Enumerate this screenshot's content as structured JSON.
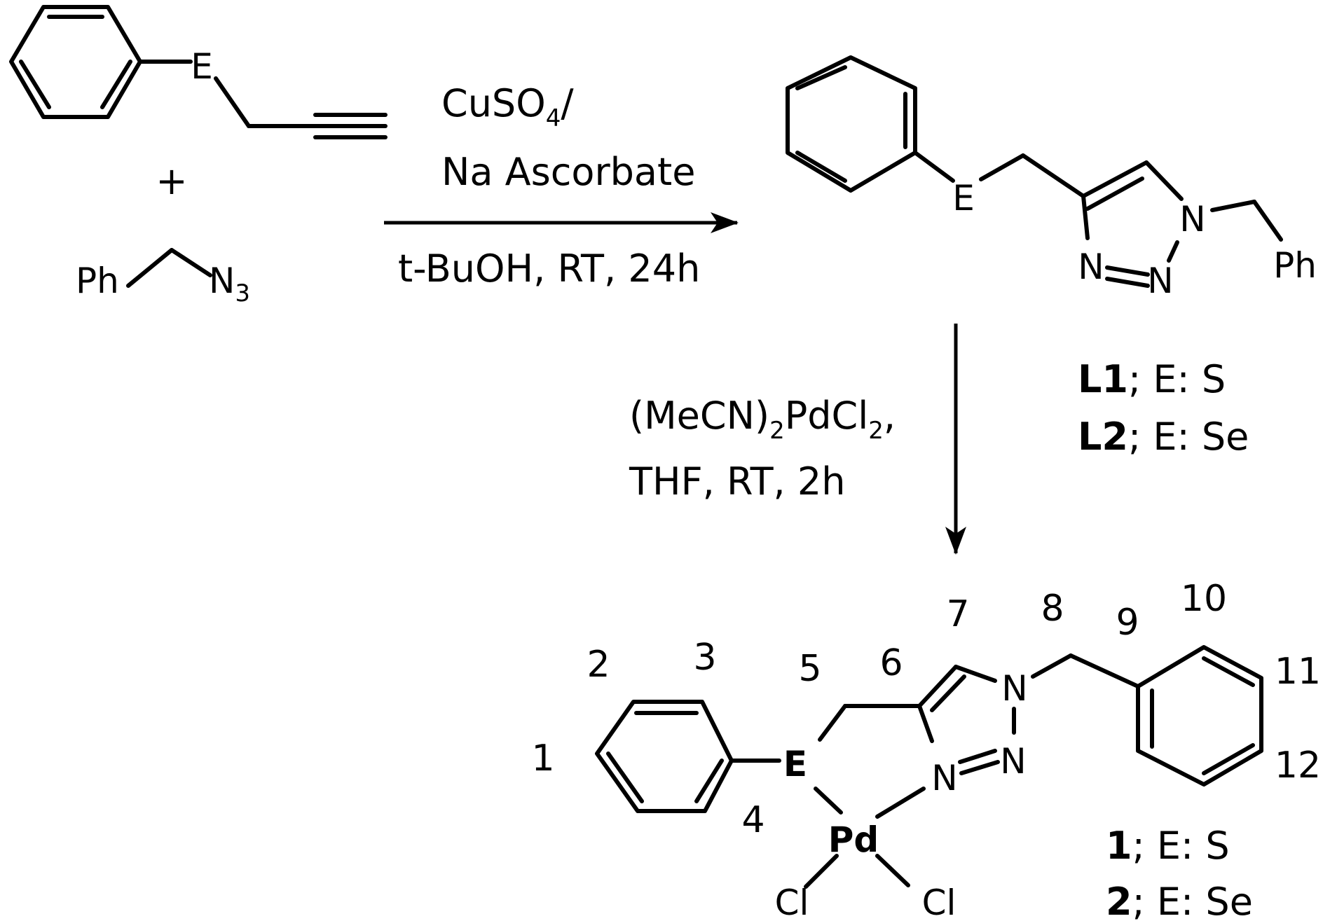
{
  "atoms": {
    "E": "E",
    "N": "N",
    "Ph": "Ph",
    "N3_base": "N",
    "N3_sub": "3",
    "Pd": "Pd",
    "Cl": "Cl",
    "plus": "+"
  },
  "reaction1": {
    "reagent_line1_main": "CuSO",
    "reagent_line1_sub": "4",
    "reagent_line1_tail": "/",
    "reagent_line2": "Na Ascorbate",
    "conditions": "t-BuOH, RT, 24h"
  },
  "reaction2": {
    "reagent_a": "(MeCN)",
    "reagent_sub1": "2",
    "reagent_b": "PdCl",
    "reagent_sub2": "2",
    "reagent_c": ",",
    "conditions": "THF, RT, 2h"
  },
  "ligand_labels": [
    {
      "bold": "L1",
      "rest": "; E: S"
    },
    {
      "bold": "L2",
      "rest": "; E: Se"
    }
  ],
  "complex_labels": [
    {
      "bold": "1",
      "rest": "; E: S"
    },
    {
      "bold": "2",
      "rest": "; E: Se"
    }
  ],
  "numbering": [
    "1",
    "2",
    "3",
    "4",
    "5",
    "6",
    "7",
    "8",
    "9",
    "10",
    "11",
    "12"
  ]
}
